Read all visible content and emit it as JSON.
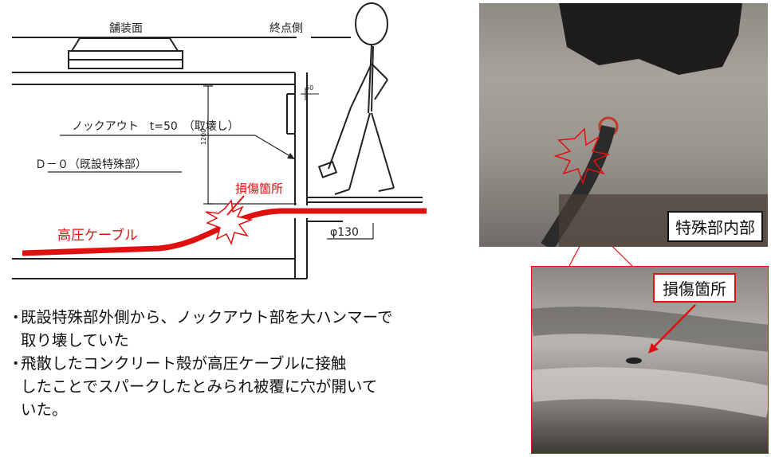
{
  "diagram": {
    "pavement_label": "舗装面",
    "endpoint_label": "終点側",
    "knockout_label": "ノックアウト　t=50　（取壊し）",
    "existing_label": "Ｄ－０（既設特殊部）",
    "damage_label": "損傷箇所",
    "cable_label": "高圧ケーブル",
    "pipe_label": "φ130",
    "dimension_height": "1200",
    "dimension_small": "50"
  },
  "notes": [
    {
      "bullet": "・",
      "lines": [
        "既設特殊部外側から、ノックアウト部を大ハンマーで",
        "取り壊していた"
      ]
    },
    {
      "bullet": "・",
      "lines": [
        "飛散したコンクリート殻が高圧ケーブルに接触",
        "したことでスパークしたとみられ被覆に穴が開いて",
        "いた。"
      ]
    }
  ],
  "photos": {
    "top_label": "特殊部内部",
    "bottom_label": "損傷箇所"
  },
  "colors": {
    "accent": "#e01010",
    "line": "#222222"
  }
}
